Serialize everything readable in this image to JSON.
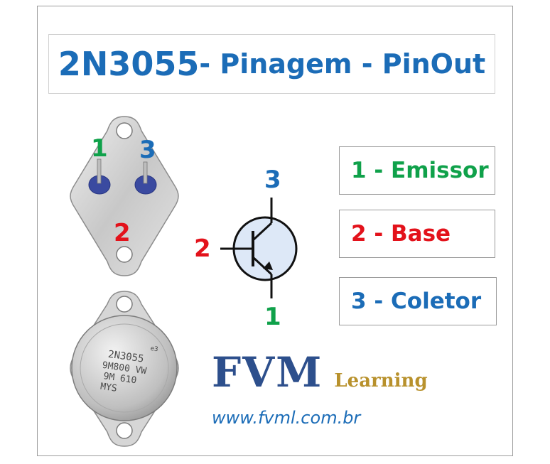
{
  "title": {
    "main": "2N3055",
    "rest": " - Pinagem - PinOut"
  },
  "photo_labels": {
    "pin1": "1",
    "pin3": "3",
    "pin2": "2"
  },
  "package_marking": {
    "line1": "2N3055",
    "line2": "9M800 VW",
    "line3": "9M 610",
    "line4": "MYS",
    "logo": "e3"
  },
  "symbol_labels": {
    "collector": "3",
    "base": "2",
    "emitter": "1"
  },
  "pins": [
    {
      "label": "1 - Emissor",
      "color": "#0fa14a"
    },
    {
      "label": "2 - Base",
      "color": "#e3121b"
    },
    {
      "label": "3 - Coletor",
      "color": "#1b6cb7"
    }
  ],
  "logo": {
    "name": "FVM",
    "sub": "Learning"
  },
  "website": "www.fvml.com.br",
  "colors": {
    "green": "#0fa14a",
    "red": "#e3121b",
    "blue": "#1b6cb7",
    "frame": "#9c9c9c"
  }
}
